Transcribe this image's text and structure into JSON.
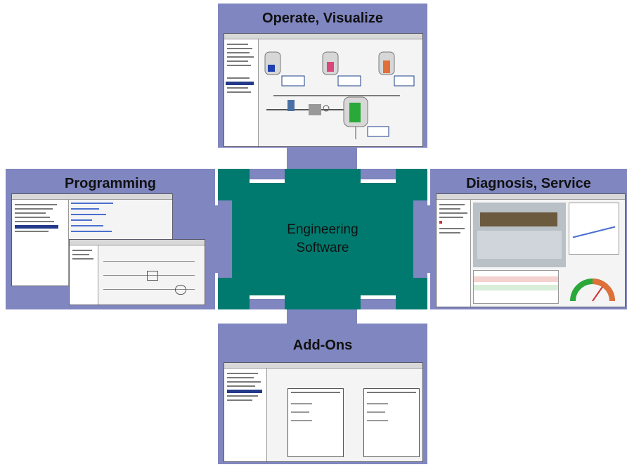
{
  "center": {
    "line1": "Engineering",
    "line2": "Software"
  },
  "panels": {
    "top": {
      "title": "Operate, Visualize"
    },
    "left": {
      "title": "Programming"
    },
    "right": {
      "title": "Diagnosis, Service"
    },
    "bottom": {
      "title": "Add-Ons"
    }
  },
  "colors": {
    "panel": "#8086c0",
    "center": "#007a6f",
    "background": "#ffffff"
  }
}
